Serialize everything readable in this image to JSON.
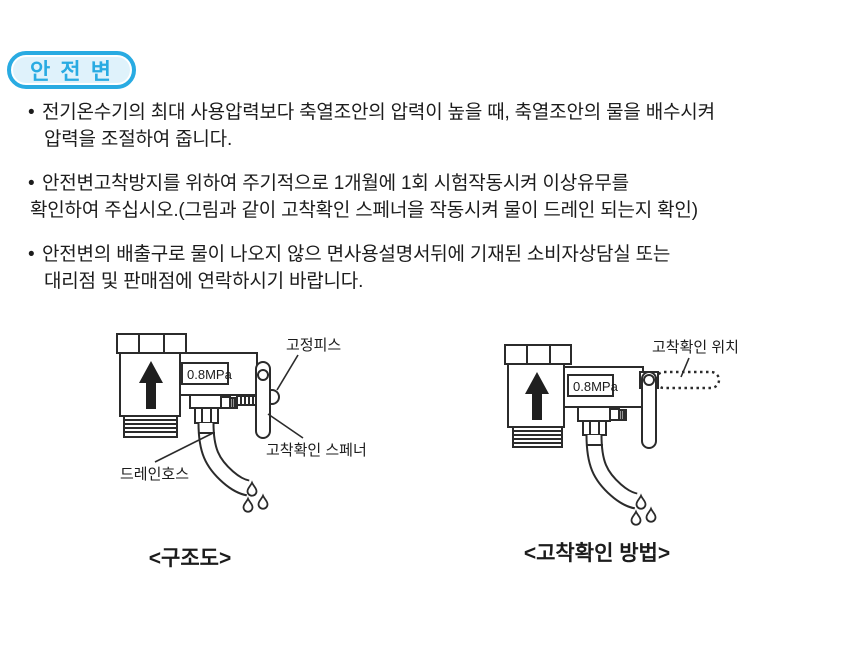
{
  "page": {
    "title": "안 전 변",
    "accent_color": "#29abe2",
    "accent_bg": "#dff2fb",
    "text_color": "#1c1c1c"
  },
  "bullets": [
    {
      "marker": "•",
      "line1": "전기온수기의 최대 사용압력보다 축열조안의 압력이 높을 때, 축열조안의 물을 배수시켜",
      "line2": "압력을 조절하여 줍니다."
    },
    {
      "marker": "•",
      "line1": "안전변고착방지를 위하여 주기적으로 1개월에 1회 시험작동시켜 이상유무를",
      "line2": "확인하여 주십시오.(그림과 같이 고착확인 스페너을 작동시켜 물이 드레인 되는지 확인)"
    },
    {
      "marker": "•",
      "line1": "안전변의 배출구로 물이 나오지 않으 면사용설명서뒤에 기재된 소비자상담실 또는",
      "line2": "대리점 및 판매점에 연락하시기 바랍니다."
    }
  ],
  "figures": {
    "left": {
      "pressure_label": "0.8MPa",
      "labels": {
        "fixing_pin": "고정피스",
        "spanner": "고착확인 스페너",
        "drain_hose": "드레인호스"
      },
      "caption": "<구조도>"
    },
    "right": {
      "pressure_label": "0.8MPa",
      "labels": {
        "check_position": "고착확인 위치"
      },
      "caption": "<고착확인 방법>"
    }
  }
}
